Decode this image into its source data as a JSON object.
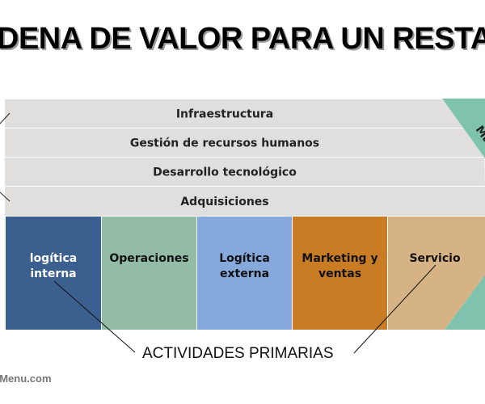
{
  "title": "DENA DE VALOR PARA UN RESTAURAN",
  "support_activities": [
    {
      "label": "Infraestructura"
    },
    {
      "label": "Gestión de recursos humanos"
    },
    {
      "label": "Desarrollo tecnológico"
    },
    {
      "label": "Adquisiciones"
    }
  ],
  "primary_activities": [
    {
      "line1": "logítica",
      "line2": "interna",
      "color": "#3b5f8e",
      "text_color": "#ffffff"
    },
    {
      "line1": "Operaciones",
      "line2": "",
      "color": "#93bca6",
      "text_color": "#111111"
    },
    {
      "line1": "Logítica",
      "line2": "externa",
      "color": "#86a9dc",
      "text_color": "#111111"
    },
    {
      "line1": "Marketing y",
      "line2": "ventas",
      "color": "#c97c23",
      "text_color": "#111111"
    },
    {
      "line1": "Servicio",
      "line2": "",
      "color": "#d5b384",
      "text_color": "#111111"
    }
  ],
  "margin_label": "Ma",
  "primary_caption": "ACTIVIDADES PRIMARIAS",
  "watermark": "eMenu.com",
  "colors": {
    "support_gray": "#e0dfdd",
    "margin_green": "#7fc3ae"
  }
}
